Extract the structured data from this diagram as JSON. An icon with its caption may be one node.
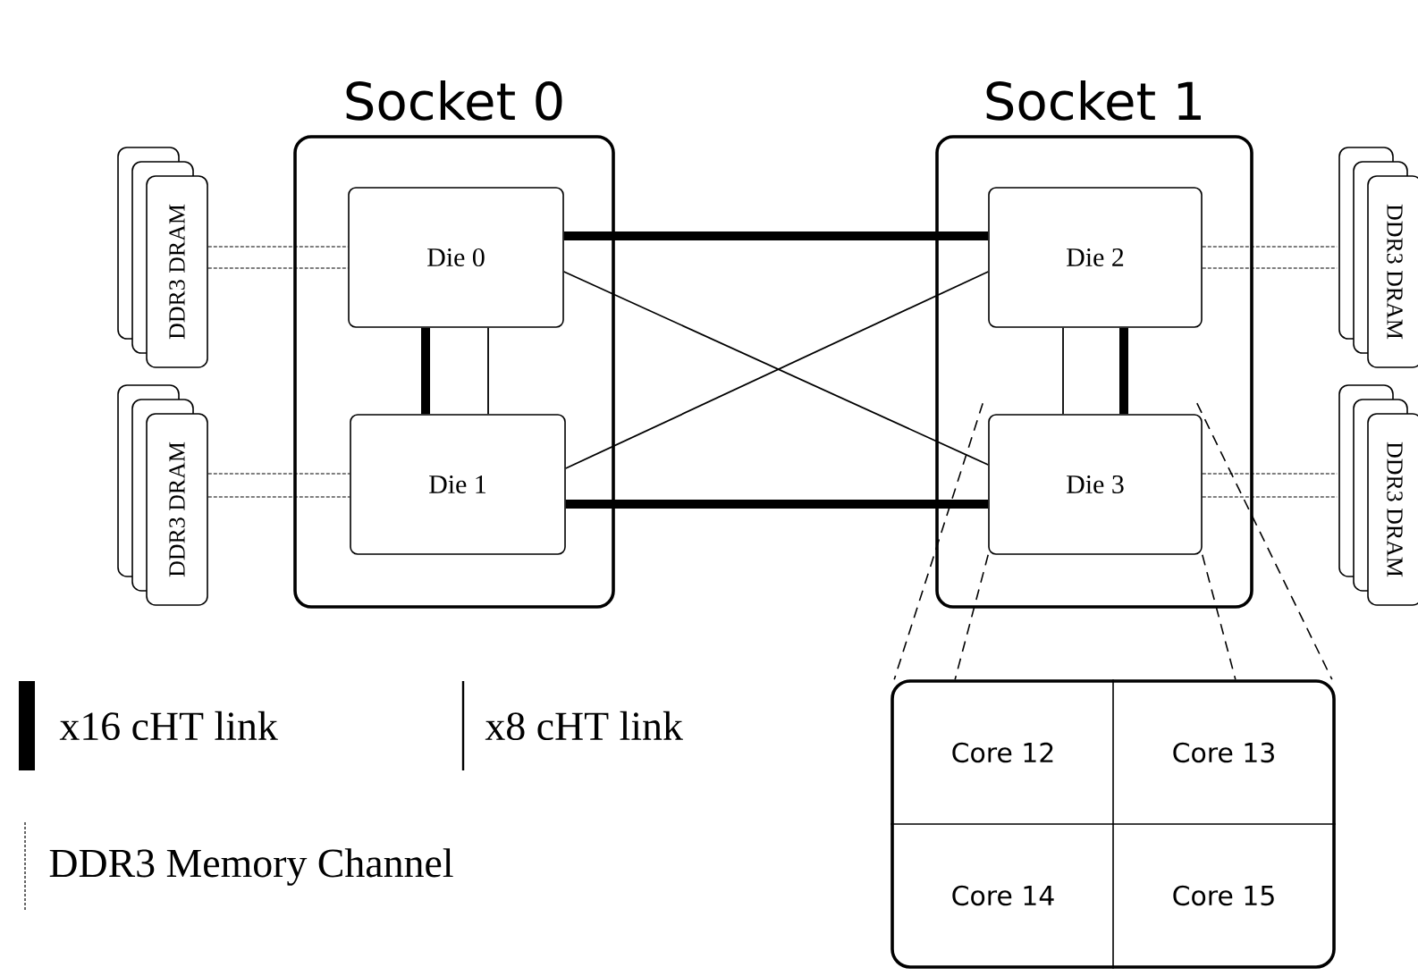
{
  "diagram": {
    "nodes": [
      {
        "text": [
          "Socket 0"
        ]
      },
      {
        "text": [
          "Die 0"
        ],
        "in": 0
      },
      {
        "text": [
          "Die 1"
        ],
        "in": 0
      },
      {
        "text": [
          "Socket 1"
        ]
      },
      {
        "text": [
          "Die 2"
        ],
        "in": 3
      },
      {
        "text": [
          "Die 3"
        ],
        "in": 3
      },
      {
        "text": [
          "DDR3 DRAM"
        ]
      },
      {
        "text": [
          "DDR3 DRAM"
        ]
      },
      {
        "text": [
          "DDR3 DRAM"
        ]
      },
      {
        "text": [
          "DDR3 DRAM"
        ]
      },
      {
        "text": [],
        "shape": "box"
      },
      {
        "text": [
          "Core 12"
        ],
        "in": 10
      },
      {
        "text": [
          "Core 13"
        ],
        "in": 10
      },
      {
        "text": [
          "Core 14"
        ],
        "in": 10
      },
      {
        "text": [
          "Core 15"
        ],
        "in": 10
      }
    ],
    "edges": [
      {
        "from": 1,
        "to": 4,
        "arrow": "none",
        "style": "thick"
      },
      {
        "from": 2,
        "to": 5,
        "arrow": "none",
        "style": "thick"
      },
      {
        "from": 1,
        "to": 2,
        "arrow": "none",
        "style": "thick"
      },
      {
        "from": 1,
        "to": 2,
        "arrow": "none"
      },
      {
        "from": 4,
        "to": 5,
        "arrow": "none"
      },
      {
        "from": 4,
        "to": 5,
        "arrow": "none",
        "style": "thick"
      },
      {
        "from": 1,
        "to": 5,
        "arrow": "none"
      },
      {
        "from": 2,
        "to": 4,
        "arrow": "none"
      },
      {
        "from": 6,
        "to": 1,
        "arrow": "none",
        "style": "dashed"
      },
      {
        "from": 6,
        "to": 1,
        "arrow": "none",
        "style": "dashed"
      },
      {
        "from": 7,
        "to": 2,
        "arrow": "none",
        "style": "dashed"
      },
      {
        "from": 7,
        "to": 2,
        "arrow": "none",
        "style": "dashed"
      },
      {
        "from": 4,
        "to": 8,
        "arrow": "none",
        "style": "dashed"
      },
      {
        "from": 4,
        "to": 8,
        "arrow": "none",
        "style": "dashed"
      },
      {
        "from": 5,
        "to": 9,
        "arrow": "none",
        "style": "dashed"
      },
      {
        "from": 5,
        "to": 9,
        "arrow": "none",
        "style": "dashed"
      },
      {
        "from": 5,
        "to": 10,
        "arrow": "none",
        "style": "dashed"
      }
    ],
    "legend": [
      {
        "text": "x16 cHT link"
      },
      {
        "text": "x8 cHT link"
      },
      {
        "text": "DDR3 Memory Channel"
      }
    ]
  }
}
